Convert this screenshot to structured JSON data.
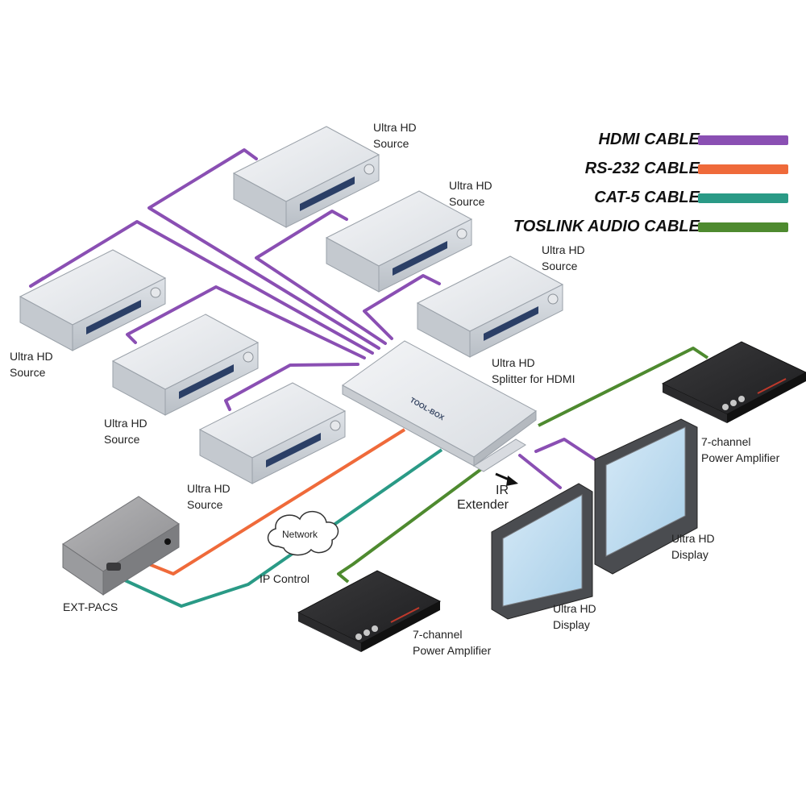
{
  "legend": [
    {
      "label": "HDMI CABLE",
      "color": "#8a4fb3"
    },
    {
      "label": "RS-232 CABLE",
      "color": "#ef6a3a"
    },
    {
      "label": "CAT-5 CABLE",
      "color": "#2a9a86"
    },
    {
      "label": "TOSLINK AUDIO CABLE",
      "color": "#4e8a2f"
    }
  ],
  "labels": {
    "source_1": [
      "Ultra HD",
      "Source"
    ],
    "source_2": [
      "Ultra HD",
      "Source"
    ],
    "source_3": [
      "Ultra HD",
      "Source"
    ],
    "source_4": [
      "Ultra HD",
      "Source"
    ],
    "source_5": [
      "Ultra HD",
      "Source"
    ],
    "source_6": [
      "Ultra HD",
      "Source"
    ],
    "splitter": [
      "Ultra HD",
      "Splitter for HDMI"
    ],
    "amp_right": [
      "7-channel",
      "Power Amplifier"
    ],
    "amp_bottom": [
      "7-channel",
      "Power Amplifier"
    ],
    "display_right": [
      "Ultra HD",
      "Display"
    ],
    "display_front": [
      "Ultra HD",
      "Display"
    ],
    "ir_extender": [
      "IR",
      "Extender"
    ],
    "network": "Network",
    "ip_control": "IP Control",
    "ext_pacs": "EXT-PACS",
    "splitter_badge": "TOOL-BOX"
  }
}
